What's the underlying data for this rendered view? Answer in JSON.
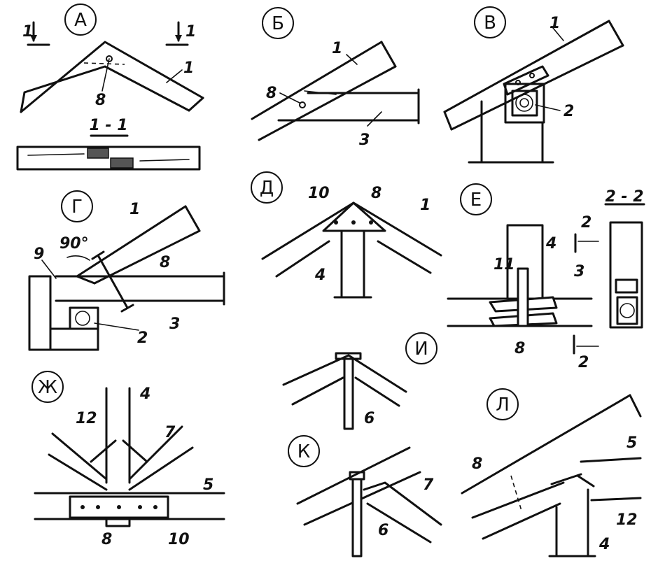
{
  "panels": {
    "A": "А",
    "B": "Б",
    "V": "В",
    "G": "Г",
    "D": "Д",
    "E": "Е",
    "Zh": "Ж",
    "I": "И",
    "K": "К",
    "L": "Л"
  },
  "sections": {
    "s1": "1 - 1",
    "s2": "2 - 2"
  },
  "angle": "90°",
  "markers": {
    "m1": "1",
    "m2": "2",
    "m3": "3",
    "m4": "4",
    "m5": "5",
    "m6": "6",
    "m7": "7",
    "m8": "8",
    "m9": "9",
    "m10": "10",
    "m11": "11",
    "m12": "12"
  }
}
